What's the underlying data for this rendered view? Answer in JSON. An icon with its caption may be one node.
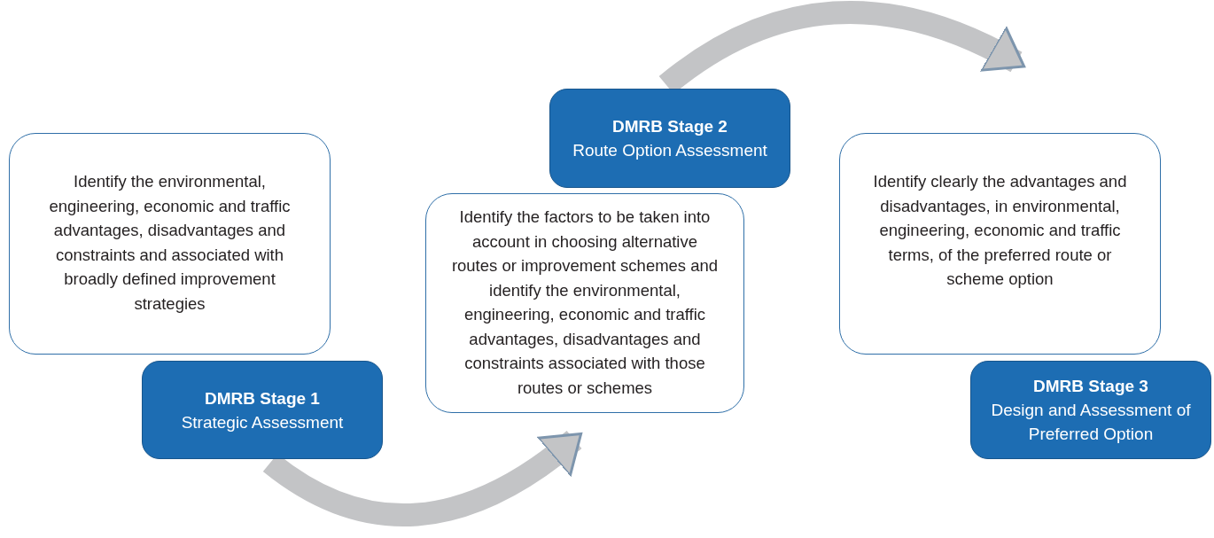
{
  "diagram": {
    "nodes": [
      {
        "text": [
          "Identify the environmental, engineering, economic and traffic advantages, disadvantages and constraints and associated with broadly defined improvement strategies"
        ]
      },
      {
        "text": [
          "DMRB Stage 1",
          "Strategic Assessment"
        ]
      },
      {
        "text": [
          "Identify the factors to be taken into account in choosing alternative routes or improvement schemes and identify the environmental, engineering, economic and traffic advantages, disadvantages and constraints associated with those routes or schemes"
        ]
      },
      {
        "text": [
          "DMRB Stage 2",
          "Route Option Assessment"
        ]
      },
      {
        "text": [
          "Identify clearly the advantages and disadvantages, in environmental, engineering, economic and traffic terms, of the preferred route or scheme option"
        ]
      },
      {
        "text": [
          "DMRB Stage 3",
          "Design and Assessment of Preferred Option"
        ]
      }
    ],
    "edges": [
      {
        "from": 1,
        "to": 2,
        "arrow": "to"
      },
      {
        "from": 3,
        "to": 4,
        "arrow": "to"
      }
    ]
  }
}
